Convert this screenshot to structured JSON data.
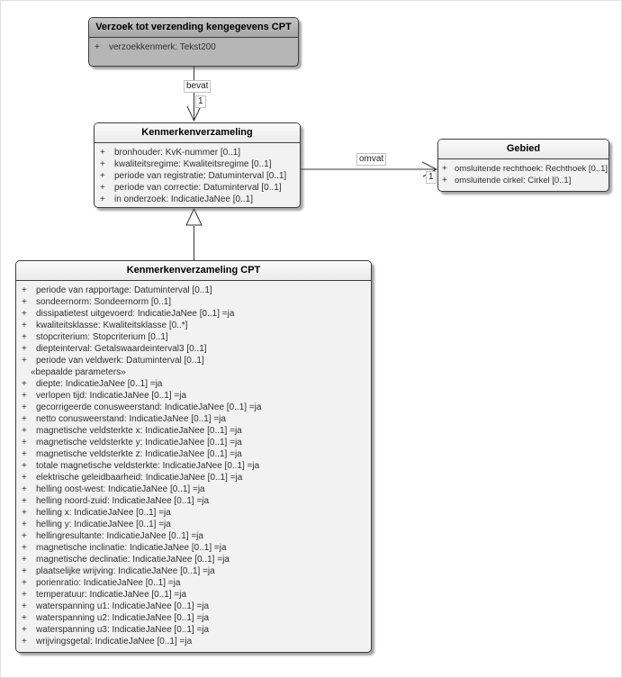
{
  "visibility_symbol": "+",
  "classes": {
    "verzoek": {
      "title": "Verzoek tot verzending kengegevens CPT",
      "attributes": [
        "verzoekkenmerk: Tekst200"
      ]
    },
    "kenmerkenverzameling": {
      "title": "Kenmerkenverzameling",
      "attributes": [
        "bronhouder: KvK-nummer [0..1]",
        "kwaliteitsregime: Kwaliteitsregime [0..1]",
        "periode van registratie: Datuminterval [0..1]",
        "periode van correctie: Datuminterval [0..1]",
        "in onderzoek: IndicatieJaNee [0..1]"
      ]
    },
    "gebied": {
      "title": "Gebied",
      "attributes": [
        "omsluitende rechthoek: Rechthoek [0..1]",
        "omsluitende cirkel: Cirkel [0..1]"
      ]
    },
    "cpt": {
      "title": "Kenmerkenverzameling CPT",
      "attributes_top": [
        "periode van rapportage: Datuminterval [0..1]",
        "sondeernorm: Sondeernorm [0..1]",
        "dissipatietest uitgevoerd: IndicatieJaNee [0..1] =ja",
        "kwaliteitsklasse: Kwaliteitsklasse [0..*]",
        "stopcriterium: Stopcriterium [0..1]",
        "diepteinterval: Getalswaardeinterval3 [0..1]",
        "periode van veldwerk: Datuminterval [0..1]"
      ],
      "stereotype_heading": "«bepaalde parameters»",
      "attributes_params": [
        "diepte: IndicatieJaNee [0..1] =ja",
        "verlopen tijd: IndicatieJaNee [0..1] =ja",
        "gecorrigeerde conusweerstand: IndicatieJaNee [0..1] =ja",
        "netto conusweerstand: IndicatieJaNee [0..1] =ja",
        "magnetische veldsterkte x: IndicatieJaNee [0..1] =ja",
        "magnetische veldsterkte y: IndicatieJaNee [0..1] =ja",
        "magnetische veldsterkte z: IndicatieJaNee [0..1] =ja",
        "totale magnetische veldsterkte: IndicatieJaNee [0..1] =ja",
        "elektrische geleidbaarheid: IndicatieJaNee [0..1] =ja",
        "helling oost-west: IndicatieJaNee [0..1] =ja",
        "helling noord-zuid: IndicatieJaNee [0..1] =ja",
        "helling x: IndicatieJaNee [0..1] =ja",
        "helling y: IndicatieJaNee [0..1] =ja",
        "hellingresultante: IndicatieJaNee [0..1] =ja",
        "magnetische inclinatie: IndicatieJaNee [0..1] =ja",
        "magnetische declinatie: IndicatieJaNee [0..1] =ja",
        "plaatselijke wrijving: IndicatieJaNee [0..1] =ja",
        "porienratio: IndicatieJaNee [0..1] =ja",
        "temperatuur: IndicatieJaNee [0..1] =ja",
        "waterspanning u1: IndicatieJaNee [0..1] =ja",
        "waterspanning u2: IndicatieJaNee [0..1] =ja",
        "waterspanning u3: IndicatieJaNee [0..1] =ja",
        "wrijvingsgetal: IndicatieJaNee [0..1] =ja"
      ]
    }
  },
  "connectors": {
    "bevat": {
      "type": "association",
      "label": "bevat",
      "target_multiplicity": "1"
    },
    "omvat": {
      "type": "association",
      "label": "omvat",
      "target_multiplicity": "1"
    },
    "generalization": {
      "type": "generalization"
    }
  },
  "colors": {
    "dark_class_fill": "#b6b6b6",
    "light_class_fill": "#f2f2f2",
    "border": "#3f3f3f",
    "background": "#ffffff"
  }
}
